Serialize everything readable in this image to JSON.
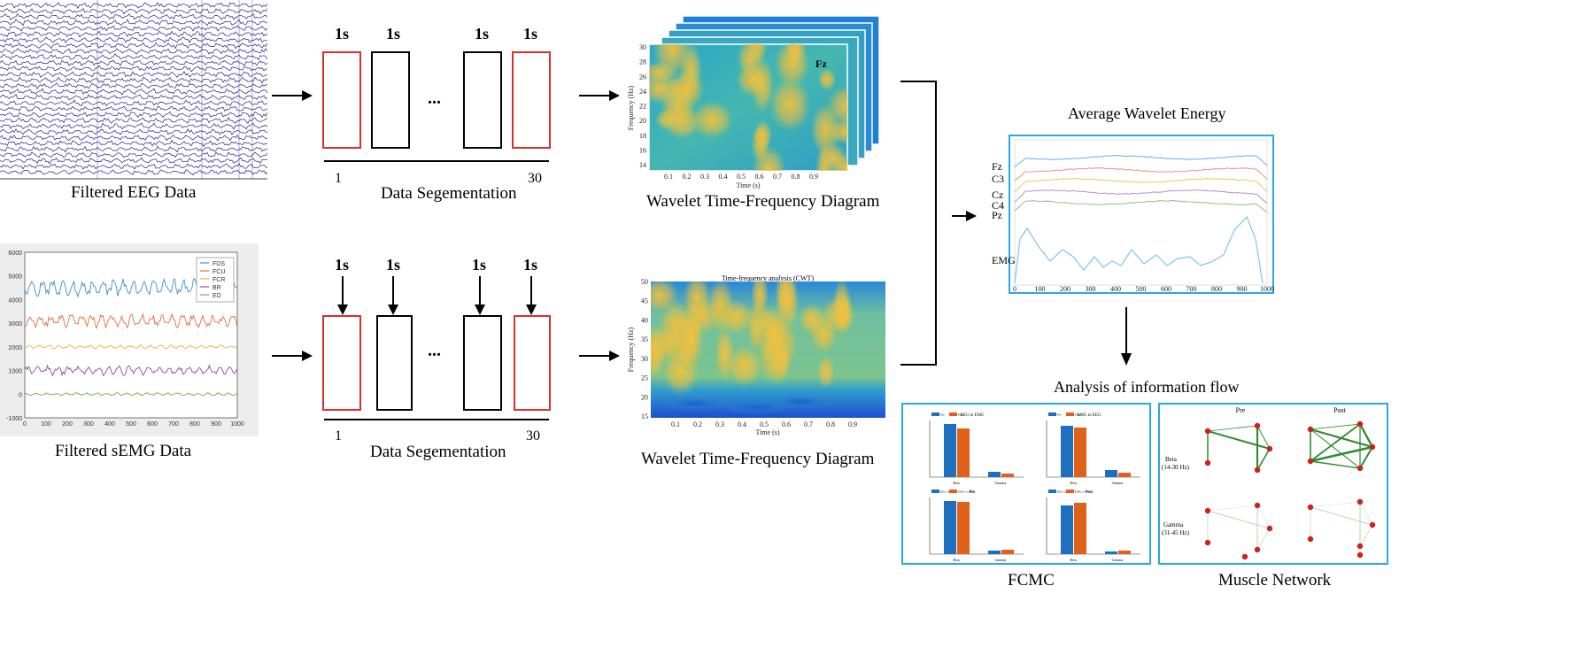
{
  "eeg": {
    "caption": "Filtered EEG Data"
  },
  "semg": {
    "caption": "Filtered sEMG Data",
    "legend": [
      "FDS",
      "FCU",
      "FCR",
      "BR",
      "ED"
    ],
    "colors": [
      "#3d8fd1",
      "#e0703a",
      "#e5b640",
      "#8e4aa8",
      "#7aad3e"
    ],
    "y_ticks": [
      "6000",
      "5000",
      "4000",
      "3000",
      "2000",
      "1000",
      "0",
      "-1000"
    ],
    "x_ticks": [
      "0",
      "100",
      "200",
      "300",
      "400",
      "500",
      "600",
      "700",
      "800",
      "900",
      "1000"
    ]
  },
  "segmentation_top": {
    "labels": [
      "1s",
      "1s",
      "1s",
      "1s"
    ],
    "dots": "...",
    "start": "1",
    "end": "30",
    "caption": "Data Segementation"
  },
  "segmentation_bottom": {
    "labels": [
      "1s",
      "1s",
      "1s",
      "1s"
    ],
    "dots": "...",
    "start": "1",
    "end": "30",
    "caption": "Data Segementation"
  },
  "wavelet_top": {
    "caption": "Wavelet Time-Frequency Diagram",
    "channel": "Fz",
    "ylabel": "Frequency (Hz)",
    "xlabel": "Time (s)",
    "y_ticks": [
      "30",
      "28",
      "26",
      "24",
      "22",
      "20",
      "18",
      "16",
      "14"
    ],
    "x_ticks": [
      "0.1",
      "0.2",
      "0.3",
      "0.4",
      "0.5",
      "0.6",
      "0.7",
      "0.8",
      "0.9"
    ]
  },
  "wavelet_bottom": {
    "caption": "Wavelet Time-Frequency Diagram",
    "title": "Time-frequency analysis (CWT)",
    "ylabel": "Frequency (Hz)",
    "xlabel": "Time (s)",
    "y_ticks": [
      "50",
      "45",
      "40",
      "35",
      "30",
      "25",
      "20",
      "15"
    ],
    "x_ticks": [
      "0.1",
      "0.2",
      "0.3",
      "0.4",
      "0.5",
      "0.6",
      "0.7",
      "0.8",
      "0.9"
    ]
  },
  "energy": {
    "title": "Average Wavelet Energy",
    "channels": [
      "Fz",
      "C3",
      "Cz",
      "C4",
      "Pz",
      "EMG"
    ],
    "x_ticks": [
      "0",
      "100",
      "200",
      "300",
      "400",
      "500",
      "600",
      "700",
      "800",
      "900",
      "1000"
    ]
  },
  "flow": {
    "title": "Analysis of information flow"
  },
  "fcmc": {
    "caption": "FCMC",
    "panels": [
      {
        "title": "EEG to EMG",
        "legend": [
          "Pre",
          "Post"
        ],
        "groups": [
          "Beta",
          "Gamma"
        ]
      },
      {
        "title": "EMG to EEG",
        "legend": [
          "Pre",
          "Post"
        ],
        "groups": [
          "Beta",
          "Gamma"
        ]
      },
      {
        "title": "Pre",
        "legend": [
          "EEG to EMG",
          "EMG to EEG"
        ],
        "groups": [
          "Beta",
          "Gamma"
        ]
      },
      {
        "title": "Post",
        "legend": [
          "EEG to EMG",
          "EMG to EEG"
        ],
        "groups": [
          "Beta",
          "Gamma"
        ]
      }
    ],
    "colors": {
      "blue": "#1f6fbf",
      "orange": "#e0621a"
    }
  },
  "muscle": {
    "caption": "Muscle Network",
    "col_labels": [
      "Pre",
      "Post"
    ],
    "row_labels": [
      "Beta",
      "(14-30 Hz)",
      "Gamma",
      "(31-45 Hz)"
    ]
  }
}
